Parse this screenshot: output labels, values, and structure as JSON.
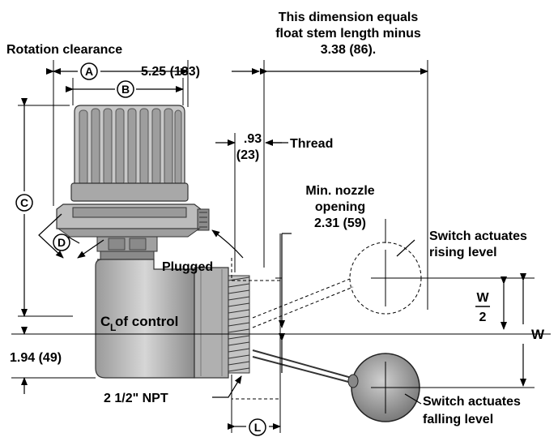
{
  "labels": {
    "rotation_clearance": "Rotation clearance",
    "dim_5_25": "5.25 (133)",
    "this_dim_line1": "This dimension equals",
    "this_dim_line2": "float stem length minus",
    "this_dim_line3": "3.38 (86).",
    "dim_93": ".93",
    "dim_23": "(23)",
    "thread": "Thread",
    "min_nozzle_1": "Min. nozzle",
    "min_nozzle_2": "opening",
    "min_nozzle_3": "2.31 (59)",
    "switch_rising_1": "Switch actuates",
    "switch_rising_2": "rising level",
    "plugged": "Plugged",
    "cl_c": "C",
    "cl_l": "L",
    "cl_rest": " of control",
    "dim_194": "1.94 (49)",
    "npt": "2 1/2\" NPT",
    "switch_falling_1": "Switch actuates",
    "switch_falling_2": "falling level",
    "w_num": "W",
    "w_den": "2",
    "w": "W"
  },
  "callouts": {
    "a": "A",
    "b": "B",
    "c": "C",
    "d": "D",
    "l": "L"
  }
}
